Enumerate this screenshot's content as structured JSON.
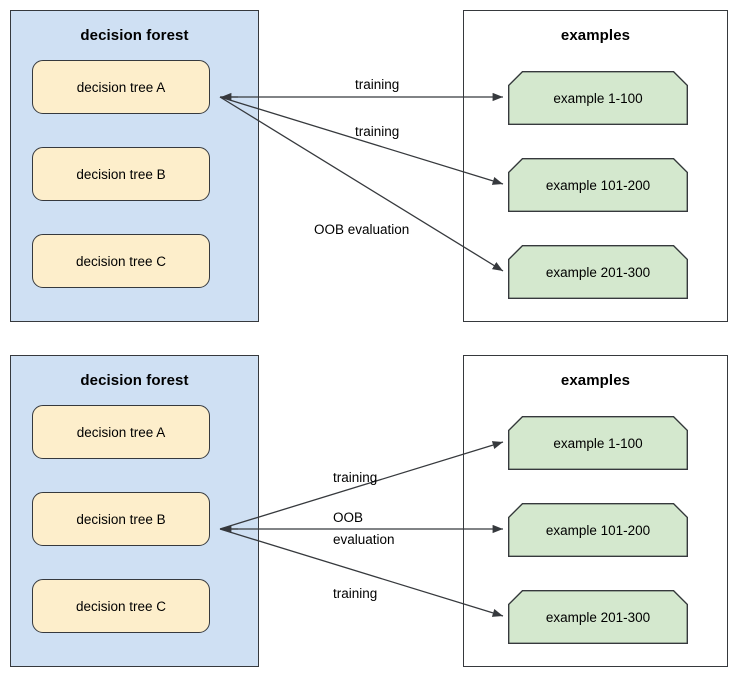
{
  "diagrams": [
    {
      "id": "top",
      "forest": {
        "title": "decision forest",
        "trees": [
          {
            "label": "decision tree A"
          },
          {
            "label": "decision tree B"
          },
          {
            "label": "decision tree C"
          }
        ]
      },
      "examples": {
        "title": "examples",
        "items": [
          {
            "label": "example 1-100"
          },
          {
            "label": "example 101-200"
          },
          {
            "label": "example 201-300"
          }
        ]
      },
      "edges": [
        {
          "from": "decision tree A",
          "to": "example 1-100",
          "label": "training"
        },
        {
          "from": "decision tree A",
          "to": "example 101-200",
          "label": "training"
        },
        {
          "from": "decision tree A",
          "to": "example 201-300",
          "label": "OOB evaluation"
        }
      ]
    },
    {
      "id": "bottom",
      "forest": {
        "title": "decision forest",
        "trees": [
          {
            "label": "decision tree A"
          },
          {
            "label": "decision tree B"
          },
          {
            "label": "decision tree C"
          }
        ]
      },
      "examples": {
        "title": "examples",
        "items": [
          {
            "label": "example 1-100"
          },
          {
            "label": "example 101-200"
          },
          {
            "label": "example 201-300"
          }
        ]
      },
      "edges": [
        {
          "from": "decision tree B",
          "to": "example 1-100",
          "label": "training"
        },
        {
          "from": "decision tree B",
          "to": "example 101-200",
          "label_line1": "OOB",
          "label_line2": "evaluation"
        },
        {
          "from": "decision tree B",
          "to": "example 201-300",
          "label": "training"
        }
      ]
    }
  ],
  "colors": {
    "forest_fill": "#cfe0f3",
    "tree_fill": "#fdeecb",
    "example_fill": "#d4e8ce",
    "stroke": "#36393d",
    "background": "#ffffff"
  }
}
